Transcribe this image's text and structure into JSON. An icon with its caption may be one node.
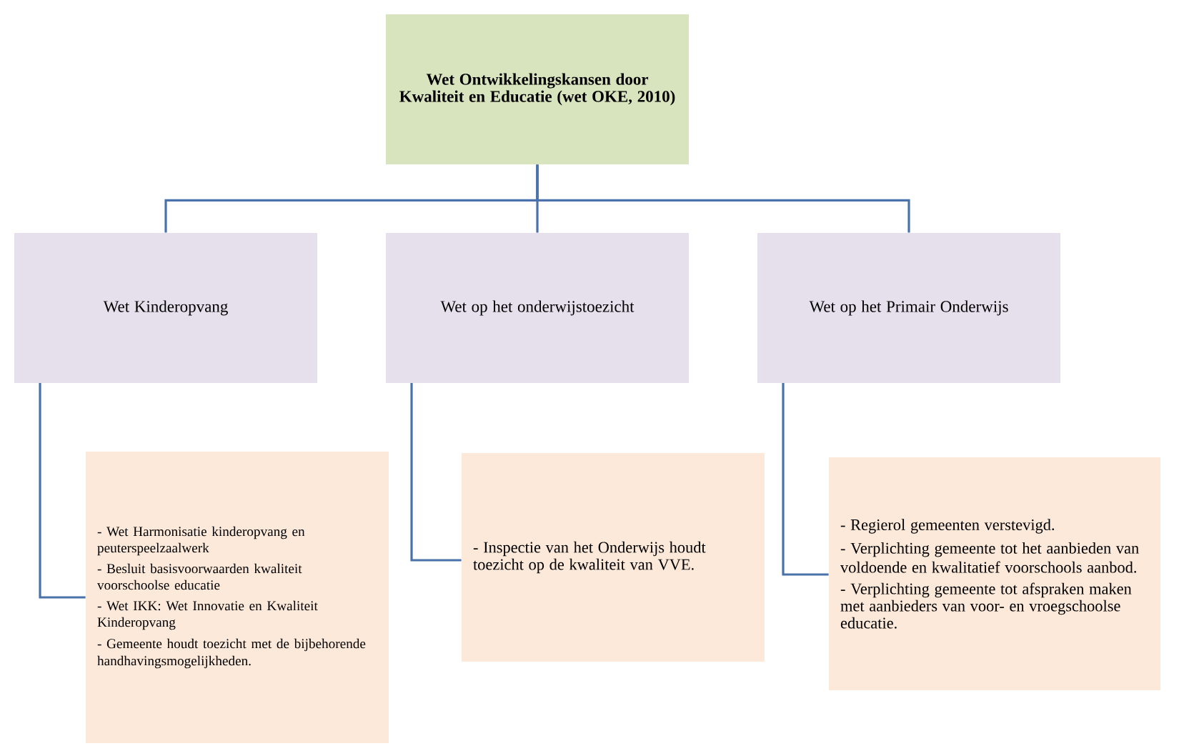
{
  "diagram": {
    "nodes": [
      {
        "text": [
          "Wet Ontwikkelingskansen door Kwaliteit en Educatie (wet OKE, 2010)"
        ]
      },
      {
        "text": [
          "Wet Kinderopvang"
        ]
      },
      {
        "text": [
          "Wet op het onderwijstoezicht"
        ]
      },
      {
        "text": [
          "Wet op het Primair Onderwijs"
        ]
      },
      {
        "text": [
          "- Wet Harmonisatie kinderopvang en peuterspeelzaalwerk",
          "- Besluit basisvoorwaarden kwaliteit voorschoolse educatie",
          "- Wet IKK: Wet Innovatie en Kwaliteit Kinderopvang",
          "- Gemeente houdt toezicht met de bijbehorende handhavingsmogelijkheden."
        ]
      },
      {
        "text": [
          "- Inspectie van het Onderwijs houdt toezicht op de kwaliteit van VVE."
        ]
      },
      {
        "text": [
          "- Regierol gemeenten verstevigd.",
          "- Verplichting gemeente tot het aanbieden van voldoende en kwalitatief voorschools aanbod.",
          "- Verplichting gemeente tot afspraken maken met aanbieders van voor- en vroegschoolse educatie."
        ]
      }
    ],
    "edges": [
      {
        "from": 0,
        "to": 1,
        "arrow": "none"
      },
      {
        "from": 0,
        "to": 2,
        "arrow": "none"
      },
      {
        "from": 0,
        "to": 3,
        "arrow": "none"
      },
      {
        "from": 1,
        "to": 4,
        "arrow": "none"
      },
      {
        "from": 2,
        "to": 5,
        "arrow": "none"
      },
      {
        "from": 3,
        "to": 6,
        "arrow": "none"
      }
    ]
  }
}
